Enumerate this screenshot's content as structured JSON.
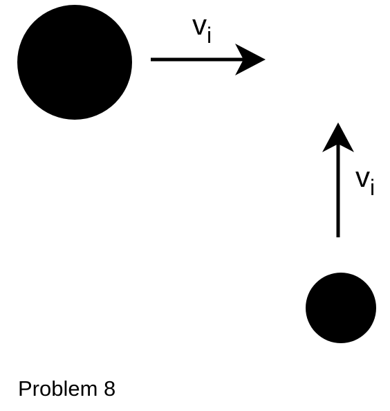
{
  "diagram": {
    "velocity_symbol": "v",
    "velocity_subscript": "i",
    "caption": "Problem 8",
    "colors": {
      "ink": "#000000",
      "background": "#ffffff"
    }
  }
}
